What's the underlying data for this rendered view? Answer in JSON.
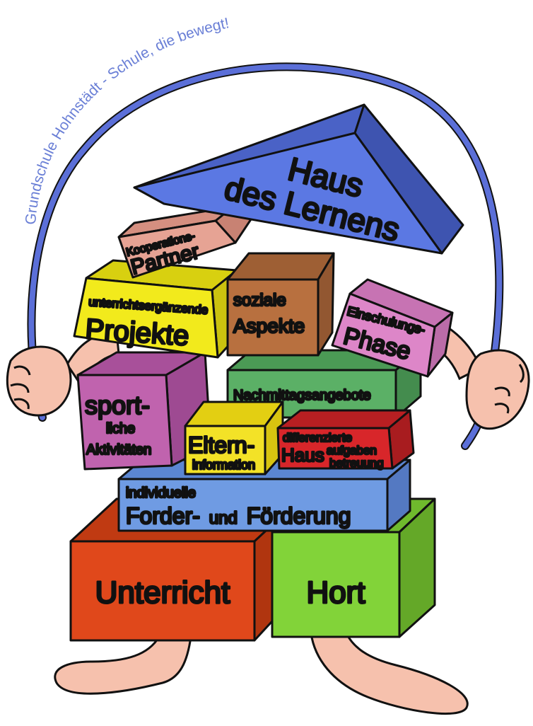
{
  "arc_title": "Grundschule Hohnstädt - Schule, die bewegt!",
  "roof": {
    "line1": "Haus",
    "line2": "des Lernens"
  },
  "blocks": {
    "kooperation": {
      "small": "Kooperations-",
      "big": "Partner"
    },
    "projekte": {
      "small": "unterrichtsergänzende",
      "big": "Projekte"
    },
    "soziale": {
      "line1": "soziale",
      "line2": "Aspekte"
    },
    "einschulung": {
      "small": "Einschulungs-",
      "big": "Phase"
    },
    "sport": {
      "big": "sport-",
      "line2": "liche",
      "line3": "Aktivitäten"
    },
    "nachmittag": {
      "text": "Nachmittagsangebote"
    },
    "eltern": {
      "big": "Eltern-",
      "small": "information"
    },
    "haus": {
      "small1": "differenzierte",
      "big": "Haus",
      "small2": "aufgaben",
      "small3": "betreuung"
    },
    "individuell": {
      "small": "individuelle",
      "big1": "Forder-",
      "mid": "und",
      "big2": "Förderung"
    },
    "unterricht": {
      "text": "Unterricht"
    },
    "hort": {
      "text": "Hort"
    }
  },
  "colors": {
    "roof": "#5b78e3",
    "kooperation": "#e6a394",
    "projekte": "#f2ea1c",
    "soziale": "#b8703f",
    "einschulung": "#dd86c8",
    "sport": "#c063ae",
    "nachmittag": "#5bb066",
    "eltern": "#f3e227",
    "haus": "#d8262a",
    "individuell": "#6f9be3",
    "unterricht": "#e0481b",
    "hort": "#82d339",
    "skin": "#f6c1ad",
    "rope": "#5b6fd8"
  }
}
